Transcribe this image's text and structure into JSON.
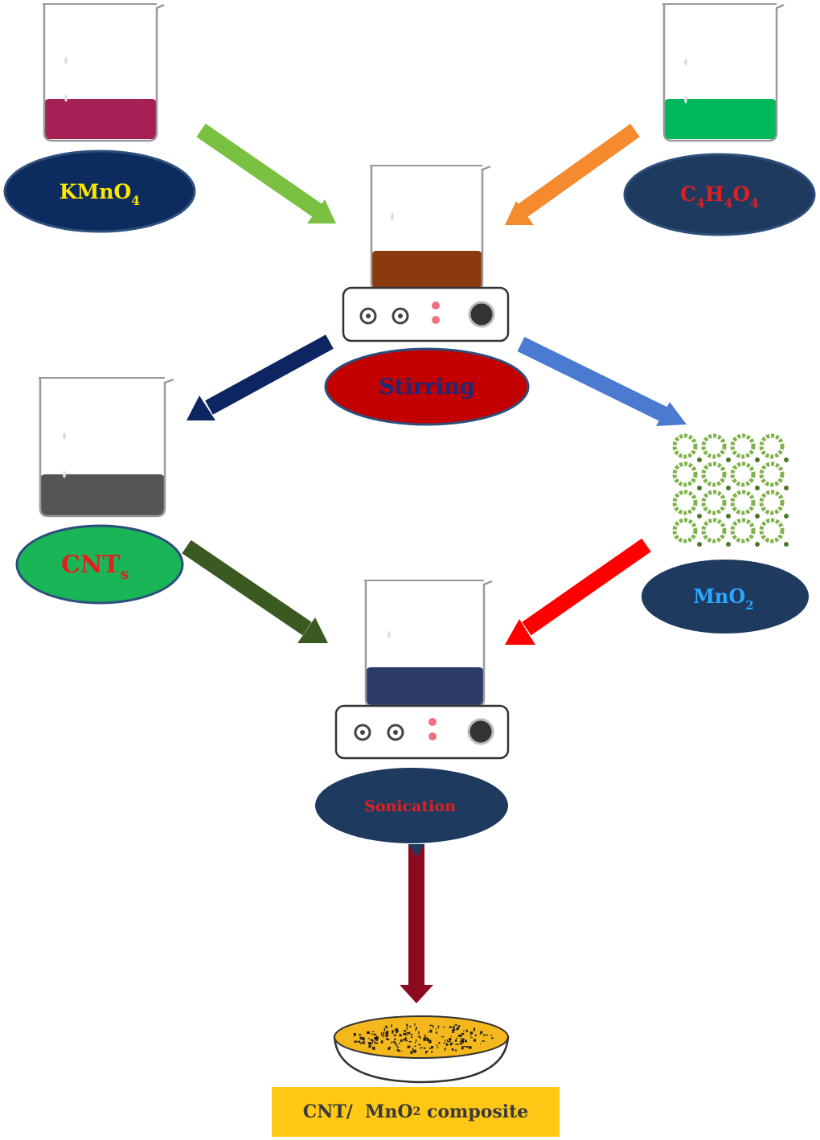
{
  "reagents": {
    "kmno4": {
      "base": "KMnO",
      "sub": "4",
      "color": "#ffe800",
      "fill": "#0d2b5e"
    },
    "maleic": {
      "parts": [
        "C",
        "4",
        "H",
        "4",
        "O",
        "4"
      ],
      "color": "#e02020",
      "fill": "#1e3a5f"
    },
    "cnts": {
      "base": "CNT",
      "sub": "s",
      "color": "#e02020",
      "fill": "#19b556"
    },
    "mno2": {
      "base": "MnO",
      "sub": "2",
      "color": "#2aa8ff",
      "fill": "#1e3a5f"
    }
  },
  "steps": {
    "stirring": {
      "label": "Stirring",
      "color": "#1e2a7a",
      "fill": "#c20000"
    },
    "sonication": {
      "label": "Sonication",
      "color": "#e02020",
      "fill": "#1e3a5f"
    }
  },
  "result": {
    "prefix": "CNT/  MnO",
    "sub": "2",
    "suffix": " composite",
    "fill": "#ffc814"
  },
  "liquids": {
    "kmno4": "#a52055",
    "maleic": "#00b85a",
    "stirred": "#8b3a0e",
    "cnts": "#555555",
    "sonicated": "#2b3a66"
  },
  "arrows": {
    "kmno4_to_stir": "#7ac142",
    "maleic_to_stir": "#f58a2e",
    "stir_to_cnts": "#0d2560",
    "stir_to_mno2": "#4a7bd0",
    "cnts_to_sonic": "#3b5a22",
    "mno2_to_sonic": "#ff0000",
    "sonic_to_result": "#8c0a1e"
  }
}
